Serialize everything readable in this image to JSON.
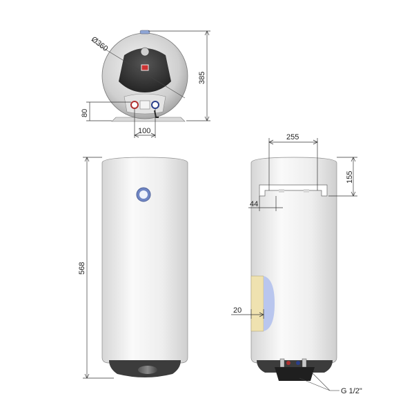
{
  "dimensions": {
    "diameter": "Ø360",
    "height_top": "385",
    "inlet_height": "80",
    "inlet_spacing": "100",
    "bracket_width": "255",
    "bracket_height": "155",
    "bracket_offset": "44",
    "anode_offset": "20",
    "total_height": "568",
    "thread": "G 1/2\""
  },
  "colors": {
    "body": "#e8e8e8",
    "cap": "#3a3a3a",
    "hot_marker": "#b03030",
    "cold_marker": "#2a3f8a",
    "insulation": "#efe2b0",
    "inner_tank": "#b9c6ee"
  }
}
